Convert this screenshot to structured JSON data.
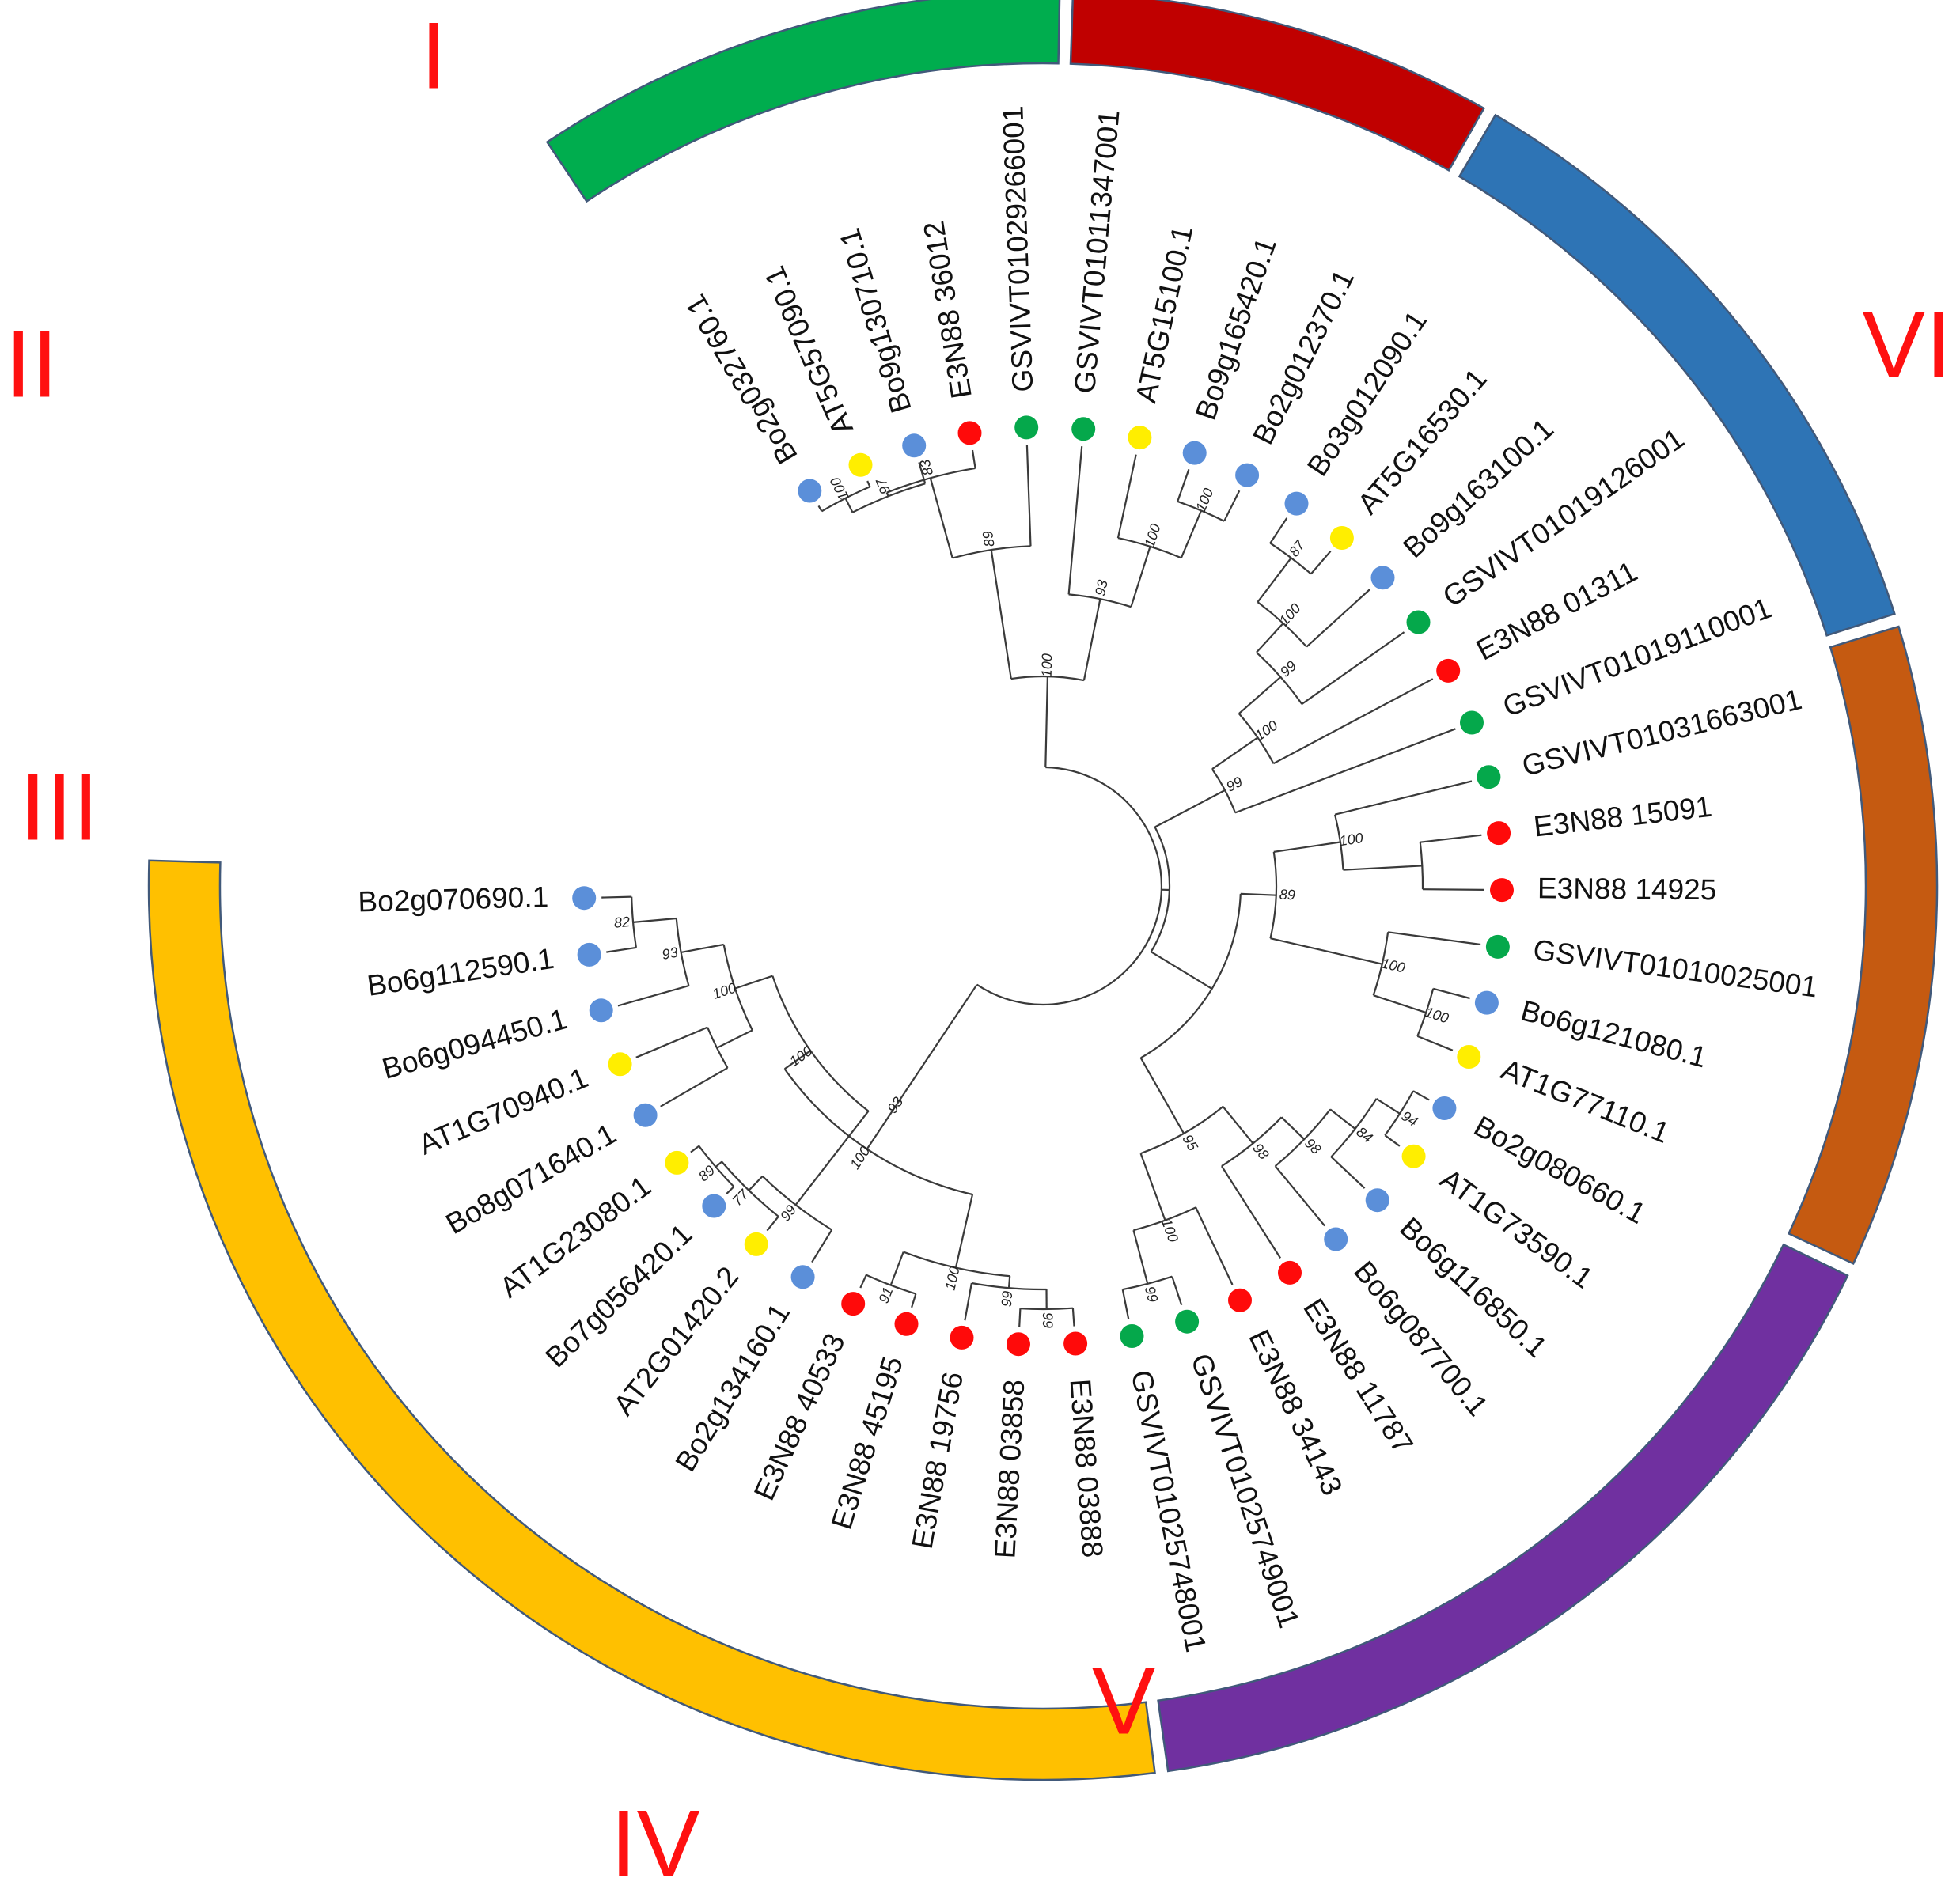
{
  "colors": {
    "species": {
      "Bo": "#5b8fd9",
      "AT": "#ffee00",
      "E3N": "#ff0a0a",
      "GSV": "#05a84b"
    },
    "clades": {
      "I": "#00ad4e",
      "II": "#c00000",
      "III": "#2e74b5",
      "IV": "#c55a11",
      "V": "#7030a0",
      "VI": "#ffc000"
    },
    "label": "#ff1010"
  },
  "clades": [
    {
      "id": "I",
      "label": "I"
    },
    {
      "id": "II",
      "label": "II"
    },
    {
      "id": "III",
      "label": "III"
    },
    {
      "id": "IV",
      "label": "IV"
    },
    {
      "id": "V",
      "label": "V"
    },
    {
      "id": "VI",
      "label": "VI"
    }
  ],
  "leaves": [
    {
      "id": "bo2g032760",
      "label": "Bo2g032760.1",
      "species": "Bo"
    },
    {
      "id": "at5g57090",
      "label": "AT5G57090.1",
      "species": "AT"
    },
    {
      "id": "bo9g130710",
      "label": "Bo9g130710.1",
      "species": "Bo"
    },
    {
      "id": "e3n36012",
      "label": "E3N88 36012",
      "species": "E3N"
    },
    {
      "id": "gsv29266",
      "label": "GSVIVT01029266001",
      "species": "GSV"
    },
    {
      "id": "gsv11347",
      "label": "GSVIVT01011347001",
      "species": "GSV"
    },
    {
      "id": "at5g15100",
      "label": "AT5G15100.1",
      "species": "AT"
    },
    {
      "id": "bo9g165420",
      "label": "Bo9g165420.1",
      "species": "Bo"
    },
    {
      "id": "bo2g012370",
      "label": "Bo2g012370.1",
      "species": "Bo"
    },
    {
      "id": "bo3g012090",
      "label": "Bo3g012090.1",
      "species": "Bo"
    },
    {
      "id": "at5g16530",
      "label": "AT5G16530.1",
      "species": "AT"
    },
    {
      "id": "bo9g163100",
      "label": "Bo9g163100.1",
      "species": "Bo"
    },
    {
      "id": "gsv19126",
      "label": "GSVIVT01019126001",
      "species": "GSV"
    },
    {
      "id": "e3n01311",
      "label": "E3N88 01311",
      "species": "E3N"
    },
    {
      "id": "gsv19110",
      "label": "GSVIVT01019110001",
      "species": "GSV"
    },
    {
      "id": "gsv31663",
      "label": "GSVIVT01031663001",
      "species": "GSV"
    },
    {
      "id": "e3n15091",
      "label": "E3N88 15091",
      "species": "E3N"
    },
    {
      "id": "e3n14925",
      "label": "E3N88 14925",
      "species": "E3N"
    },
    {
      "id": "gsv10025",
      "label": "GSVIVT01010025001",
      "species": "GSV"
    },
    {
      "id": "bo6g121080",
      "label": "Bo6g121080.1",
      "species": "Bo"
    },
    {
      "id": "at1g77110",
      "label": "AT1G77110.1",
      "species": "AT"
    },
    {
      "id": "bo2g080660",
      "label": "Bo2g080660.1",
      "species": "Bo"
    },
    {
      "id": "at1g73590",
      "label": "AT1G73590.1",
      "species": "AT"
    },
    {
      "id": "bo6g116850",
      "label": "Bo6g116850.1",
      "species": "Bo"
    },
    {
      "id": "bo6g087700",
      "label": "Bo6g087700.1",
      "species": "Bo"
    },
    {
      "id": "e3n11787",
      "label": "E3N88 11787",
      "species": "E3N"
    },
    {
      "id": "e3n34143",
      "label": "E3N88 34143",
      "species": "E3N"
    },
    {
      "id": "gsv25749",
      "label": "GSVIVT01025749001",
      "species": "GSV"
    },
    {
      "id": "gsv25748",
      "label": "GSVIVT01025748001",
      "species": "GSV"
    },
    {
      "id": "e3n03888",
      "label": "E3N88 03888",
      "species": "E3N"
    },
    {
      "id": "e3n03858",
      "label": "E3N88 03858",
      "species": "E3N"
    },
    {
      "id": "e3n19756",
      "label": "E3N88 19756",
      "species": "E3N"
    },
    {
      "id": "e3n45195",
      "label": "E3N88 45195",
      "species": "E3N"
    },
    {
      "id": "e3n40533",
      "label": "E3N88 40533",
      "species": "E3N"
    },
    {
      "id": "bo2g134160",
      "label": "Bo2g134160.1",
      "species": "Bo"
    },
    {
      "id": "at2g01420",
      "label": "AT2G01420.2",
      "species": "AT"
    },
    {
      "id": "bo7g056420",
      "label": "Bo7g056420.1",
      "species": "Bo"
    },
    {
      "id": "at1g23080",
      "label": "AT1G23080.1",
      "species": "AT"
    },
    {
      "id": "bo8g071640",
      "label": "Bo8g071640.1",
      "species": "Bo"
    },
    {
      "id": "at1g70940",
      "label": "AT1G70940.1",
      "species": "AT"
    },
    {
      "id": "bo6g094450",
      "label": "Bo6g094450.1",
      "species": "Bo"
    },
    {
      "id": "bo6g112590",
      "label": "Bo6g112590.1",
      "species": "Bo"
    },
    {
      "id": "bo2g070690",
      "label": "Bo2g070690.1",
      "species": "Bo"
    }
  ],
  "support_values": [
    {
      "id": "s-n1",
      "value": "100"
    },
    {
      "id": "s-n2",
      "value": "97"
    },
    {
      "id": "s-n3",
      "value": "83"
    },
    {
      "id": "s-n4",
      "value": "89"
    },
    {
      "id": "s-n5",
      "value": "93"
    },
    {
      "id": "s-n6",
      "value": "100"
    },
    {
      "id": "s-n7",
      "value": "99"
    },
    {
      "id": "s-n8",
      "value": "87"
    },
    {
      "id": "s-n9",
      "value": "100"
    },
    {
      "id": "s-n10",
      "value": "77"
    },
    {
      "id": "s-n11",
      "value": "99"
    },
    {
      "id": "s-n12",
      "value": "100"
    },
    {
      "id": "s-n13",
      "value": "89"
    },
    {
      "id": "s-n14",
      "value": "100"
    },
    {
      "id": "s-n15",
      "value": "100"
    },
    {
      "id": "s-n16",
      "value": "100"
    },
    {
      "id": "s-n17",
      "value": "94"
    },
    {
      "id": "s-n18",
      "value": "84"
    },
    {
      "id": "s-n19",
      "value": "98"
    },
    {
      "id": "s-n20",
      "value": "98"
    },
    {
      "id": "s-n21",
      "value": "95"
    },
    {
      "id": "s-n22",
      "value": "99"
    },
    {
      "id": "s-n23",
      "value": "100"
    },
    {
      "id": "s-n24",
      "value": "100"
    },
    {
      "id": "s-n25",
      "value": "99"
    },
    {
      "id": "s-n26",
      "value": "91"
    },
    {
      "id": "s-n27",
      "value": "100"
    },
    {
      "id": "s-n28",
      "value": "93"
    },
    {
      "id": "s-n29",
      "value": "100"
    },
    {
      "id": "s-n30",
      "value": "89"
    },
    {
      "id": "s-n31",
      "value": "99"
    },
    {
      "id": "s-n32",
      "value": "82"
    },
    {
      "id": "s-n33",
      "value": "93"
    },
    {
      "id": "s-n34",
      "value": "100"
    },
    {
      "id": "s-n35",
      "value": "100"
    },
    {
      "id": "s-n36",
      "value": "99"
    },
    {
      "id": "s-n37",
      "value": "100"
    }
  ]
}
